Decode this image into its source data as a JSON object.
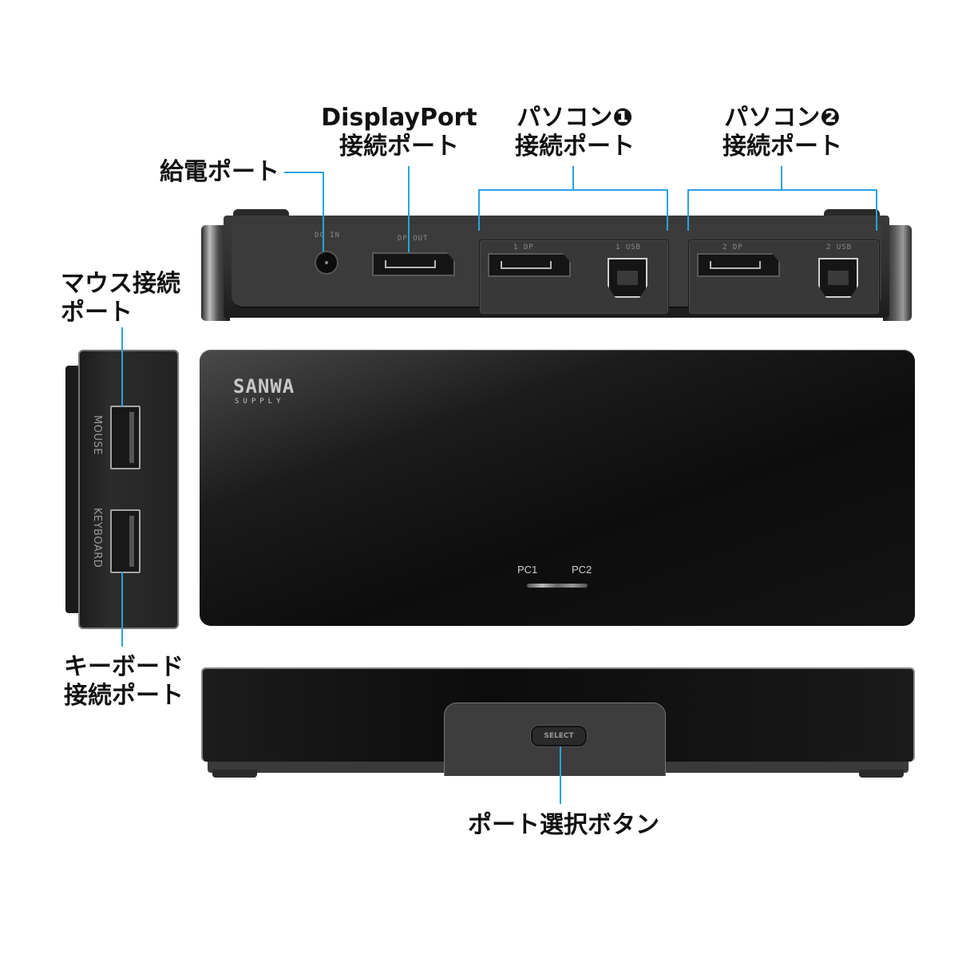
{
  "labels": {
    "power_port": "給電ポート",
    "displayport_line1": "DisplayPort",
    "displayport_line2": "接続ポート",
    "pc1_line1": "パソコン❶",
    "pc1_line2": "接続ポート",
    "pc2_line1": "パソコン❷",
    "pc2_line2": "接続ポート",
    "mouse_line1": "マウス接続",
    "mouse_line2": "ポート",
    "keyboard_line1": "キーボード",
    "keyboard_line2": "接続ポート",
    "select_button": "ポート選択ボタン"
  },
  "device": {
    "brand_line1": "SANWA",
    "brand_line2": "SUPPLY",
    "led_left": "PC1",
    "led_right": "PC2",
    "side_port_mouse": "MOUSE",
    "side_port_keyboard": "KEYBOARD",
    "select_button_text": "SELECT",
    "rear_port_labels": {
      "dc_in": "DC IN",
      "dp_out": "DP OUT",
      "pc1_dp": "1 DP",
      "pc1_usb": "1 USB",
      "pc2_dp": "2 DP",
      "pc2_usb": "2 USB"
    }
  },
  "colors": {
    "callout_line": "#29a3e0",
    "label_text": "#111111",
    "device_body": "#1a1a1a"
  }
}
